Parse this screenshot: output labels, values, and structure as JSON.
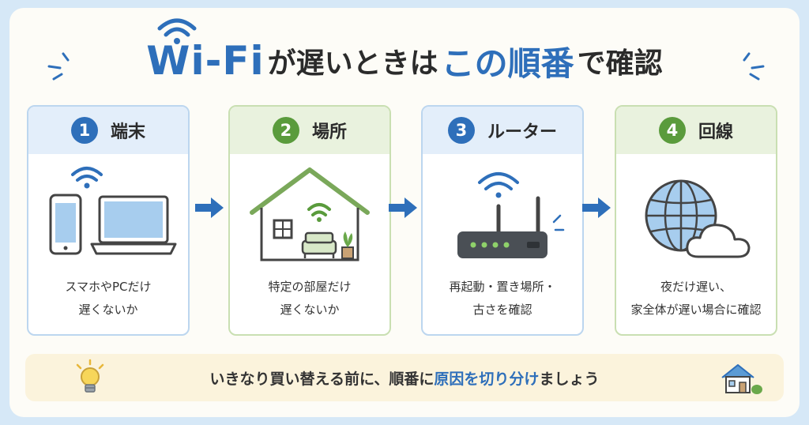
{
  "title": {
    "part1": "Wi-Fi",
    "part2": "が遅いときは",
    "part3": "この順番",
    "part4": "で確認"
  },
  "steps": [
    {
      "num": "1",
      "label": "端末",
      "line1": "スマホやPCだけ",
      "line2": "遅くないか"
    },
    {
      "num": "2",
      "label": "場所",
      "line1": "特定の部屋だけ",
      "line2": "遅くないか"
    },
    {
      "num": "3",
      "label": "ルーター",
      "line1": "再起動・置き場所・",
      "line2": "古さを確認"
    },
    {
      "num": "4",
      "label": "回線",
      "line1": "夜だけ遅い、",
      "line2": "家全体が遅い場合に確認"
    }
  ],
  "footer": {
    "before": "いきなり買い替える前に、順番に",
    "highlight": "原因を切り分け",
    "after": "ましょう"
  },
  "colors": {
    "blue": "#2e6fba",
    "green": "#5a9b3c",
    "footer_bg": "#fbf3dc"
  }
}
